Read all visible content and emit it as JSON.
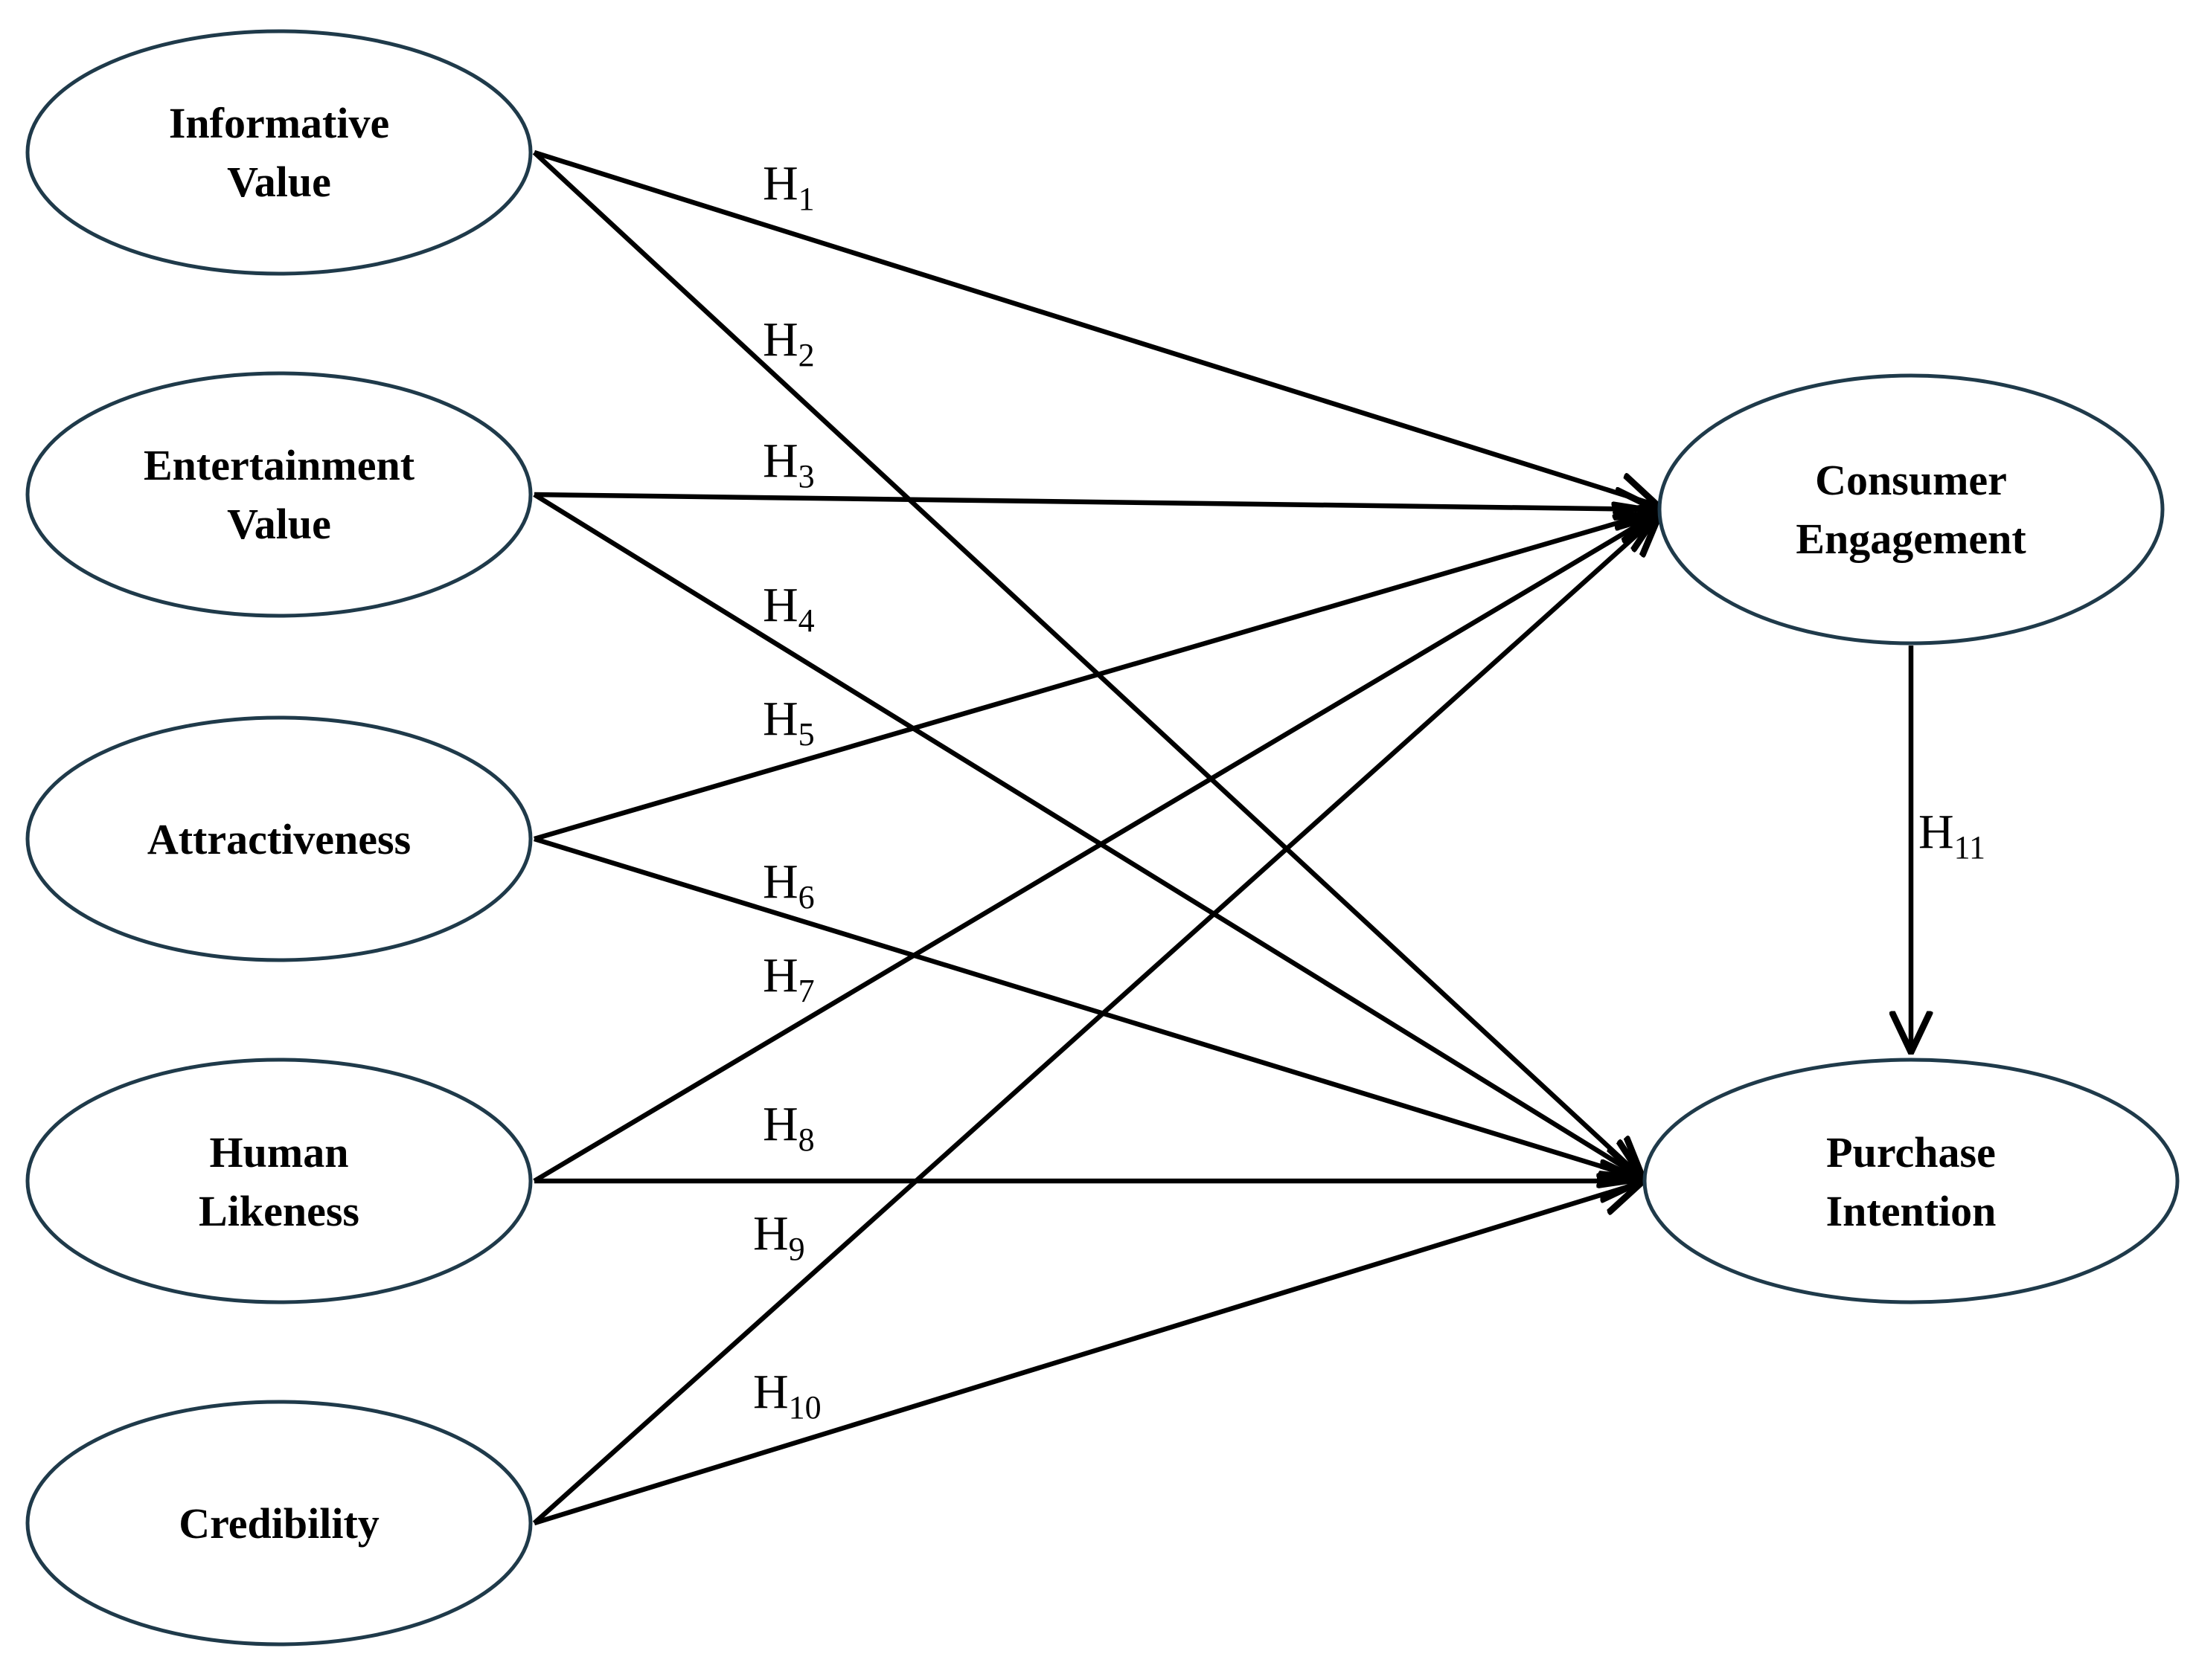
{
  "nodes": [
    {
      "id": "informative-value",
      "lines": [
        "Informative",
        "Value"
      ]
    },
    {
      "id": "entertainment-value",
      "lines": [
        "Entertainment",
        "Value"
      ]
    },
    {
      "id": "attractiveness",
      "lines": [
        "Attractiveness"
      ]
    },
    {
      "id": "human-likeness",
      "lines": [
        "Human",
        "Likeness"
      ]
    },
    {
      "id": "credibility",
      "lines": [
        "Credibility"
      ]
    },
    {
      "id": "consumer-engagement",
      "lines": [
        "Consumer",
        "Engagement"
      ]
    },
    {
      "id": "purchase-intention",
      "lines": [
        "Purchase",
        "Intention"
      ]
    }
  ],
  "edges": [
    {
      "id": "h1",
      "from": "informative-value",
      "to": "consumer-engagement",
      "label_main": "H",
      "label_sub": "1"
    },
    {
      "id": "h2",
      "from": "informative-value",
      "to": "purchase-intention",
      "label_main": "H",
      "label_sub": "2"
    },
    {
      "id": "h3",
      "from": "entertainment-value",
      "to": "consumer-engagement",
      "label_main": "H",
      "label_sub": "3"
    },
    {
      "id": "h4",
      "from": "entertainment-value",
      "to": "purchase-intention",
      "label_main": "H",
      "label_sub": "4"
    },
    {
      "id": "h5",
      "from": "attractiveness",
      "to": "consumer-engagement",
      "label_main": "H",
      "label_sub": "5"
    },
    {
      "id": "h6",
      "from": "attractiveness",
      "to": "purchase-intention",
      "label_main": "H",
      "label_sub": "6"
    },
    {
      "id": "h7",
      "from": "human-likeness",
      "to": "consumer-engagement",
      "label_main": "H",
      "label_sub": "7"
    },
    {
      "id": "h8",
      "from": "human-likeness",
      "to": "purchase-intention",
      "label_main": "H",
      "label_sub": "8"
    },
    {
      "id": "h9",
      "from": "credibility",
      "to": "consumer-engagement",
      "label_main": "H",
      "label_sub": "9"
    },
    {
      "id": "h10",
      "from": "credibility",
      "to": "purchase-intention",
      "label_main": "H",
      "label_sub": "10"
    },
    {
      "id": "h11",
      "from": "consumer-engagement",
      "to": "purchase-intention",
      "label_main": "H",
      "label_sub": "11"
    }
  ],
  "colors": {
    "node_stroke": "#1f3a4a",
    "edge": "#000000",
    "background": "#ffffff"
  }
}
